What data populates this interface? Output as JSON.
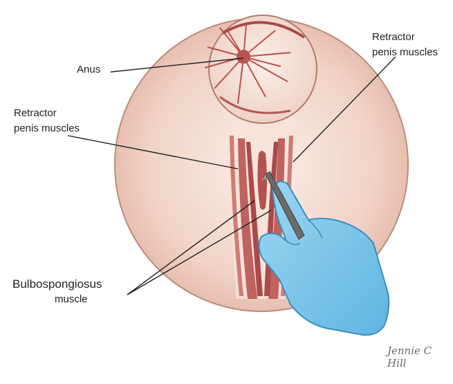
{
  "labels": {
    "anus": "Anus",
    "retractor_left_line1": "Retractor",
    "retractor_left_line2": "penis muscles",
    "retractor_right_line1": "Retractor",
    "retractor_right_line2": "penis muscles",
    "bulbospongiosus_line1": "Bulbospongiosus",
    "bulbospongiosus_line2": "muscle"
  },
  "signature": "Jennie C Hill",
  "colors": {
    "skin": "#f1d7cc",
    "skin_edge": "#b98b7b",
    "muscle": "#c0625f",
    "muscle_dark": "#9c3f3c",
    "anus_fill": "#f6e4dc",
    "glove": "#7ec8ea",
    "glove_edge": "#3a8dbd",
    "scalpel": "#5a5a5a",
    "leader": "#1f1f1f"
  }
}
